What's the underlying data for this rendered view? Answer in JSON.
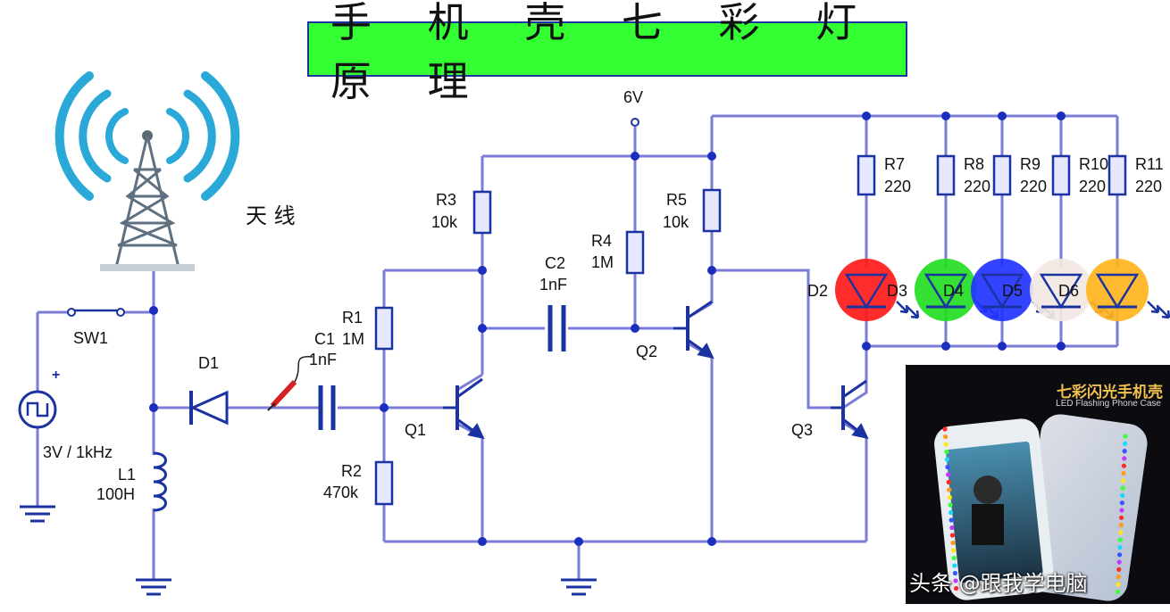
{
  "title": "手 机 壳 七 彩 灯 原 理",
  "antenna_label": "天 线",
  "supply": "6V",
  "source": {
    "switch": "SW1",
    "value": "3V / 1kHz"
  },
  "components": {
    "D1": "D1",
    "L1_name": "L1",
    "L1_value": "100H",
    "R1_name": "R1",
    "C1_name": "C1",
    "R1_value": "1M",
    "C1_value": "1nF",
    "R2_name": "R2",
    "R2_value": "470k",
    "R3_name": "R3",
    "R3_value": "10k",
    "R4_name": "R4",
    "R4_value": "1M",
    "R5_name": "R5",
    "R5_value": "10k",
    "C2_name": "C2",
    "C2_value": "1nF",
    "Q1": "Q1",
    "Q2": "Q2",
    "Q3": "Q3"
  },
  "led_resistors": [
    {
      "name": "R7",
      "value": "220"
    },
    {
      "name": "R8",
      "value": "220"
    },
    {
      "name": "R9",
      "value": "220"
    },
    {
      "name": "R10",
      "value": "220"
    },
    {
      "name": "R11",
      "value": "220"
    }
  ],
  "leds": [
    {
      "name": "D2",
      "color": "#ff1a1a"
    },
    {
      "name": "D3",
      "color": "#22dd22"
    },
    {
      "name": "D4",
      "color": "#2233ff"
    },
    {
      "name": "D5",
      "color": "#f2e8e4"
    },
    {
      "name": "D6",
      "color": "#ffb41e"
    }
  ],
  "photo": {
    "title": "七彩闪光手机壳",
    "subtitle": "LED Flashing Phone Case",
    "watermark": "头条 @跟我学电脑"
  },
  "colors": {
    "wire": "#7b7bd8",
    "node": "#1a2fbf",
    "title_bg": "#33ff33",
    "component": "#1a33a0"
  }
}
